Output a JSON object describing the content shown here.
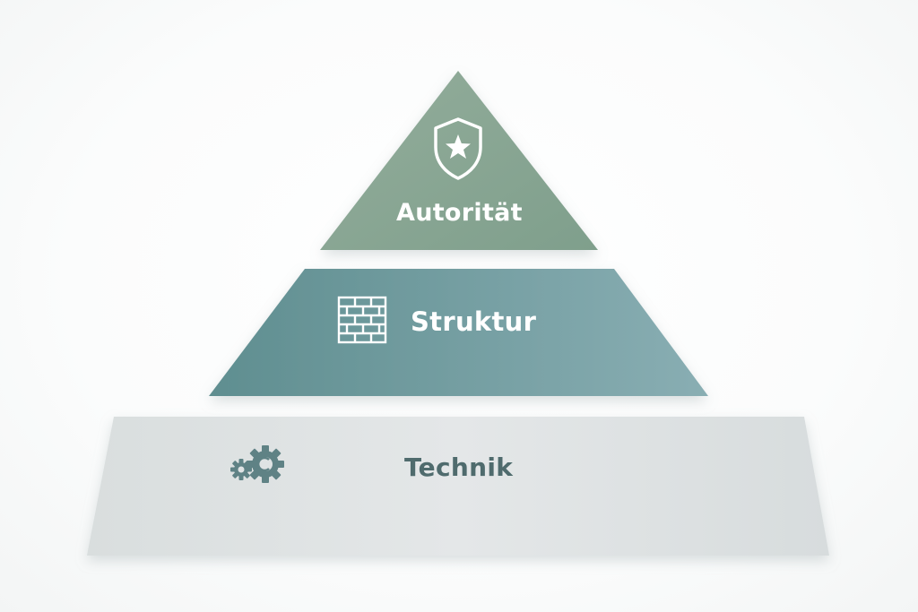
{
  "diagram": {
    "type": "pyramid",
    "tiers": [
      {
        "label": "Autorität",
        "icon": "shield-star-icon",
        "color": "#86a592"
      },
      {
        "label": "Struktur",
        "icon": "brick-wall-icon",
        "color": "#6f9da1"
      },
      {
        "label": "Technik",
        "icon": "gears-icon",
        "color": "#dfe3e4"
      }
    ],
    "text_colors": {
      "light": "#ffffff",
      "dark": "#4f6b6d"
    }
  }
}
